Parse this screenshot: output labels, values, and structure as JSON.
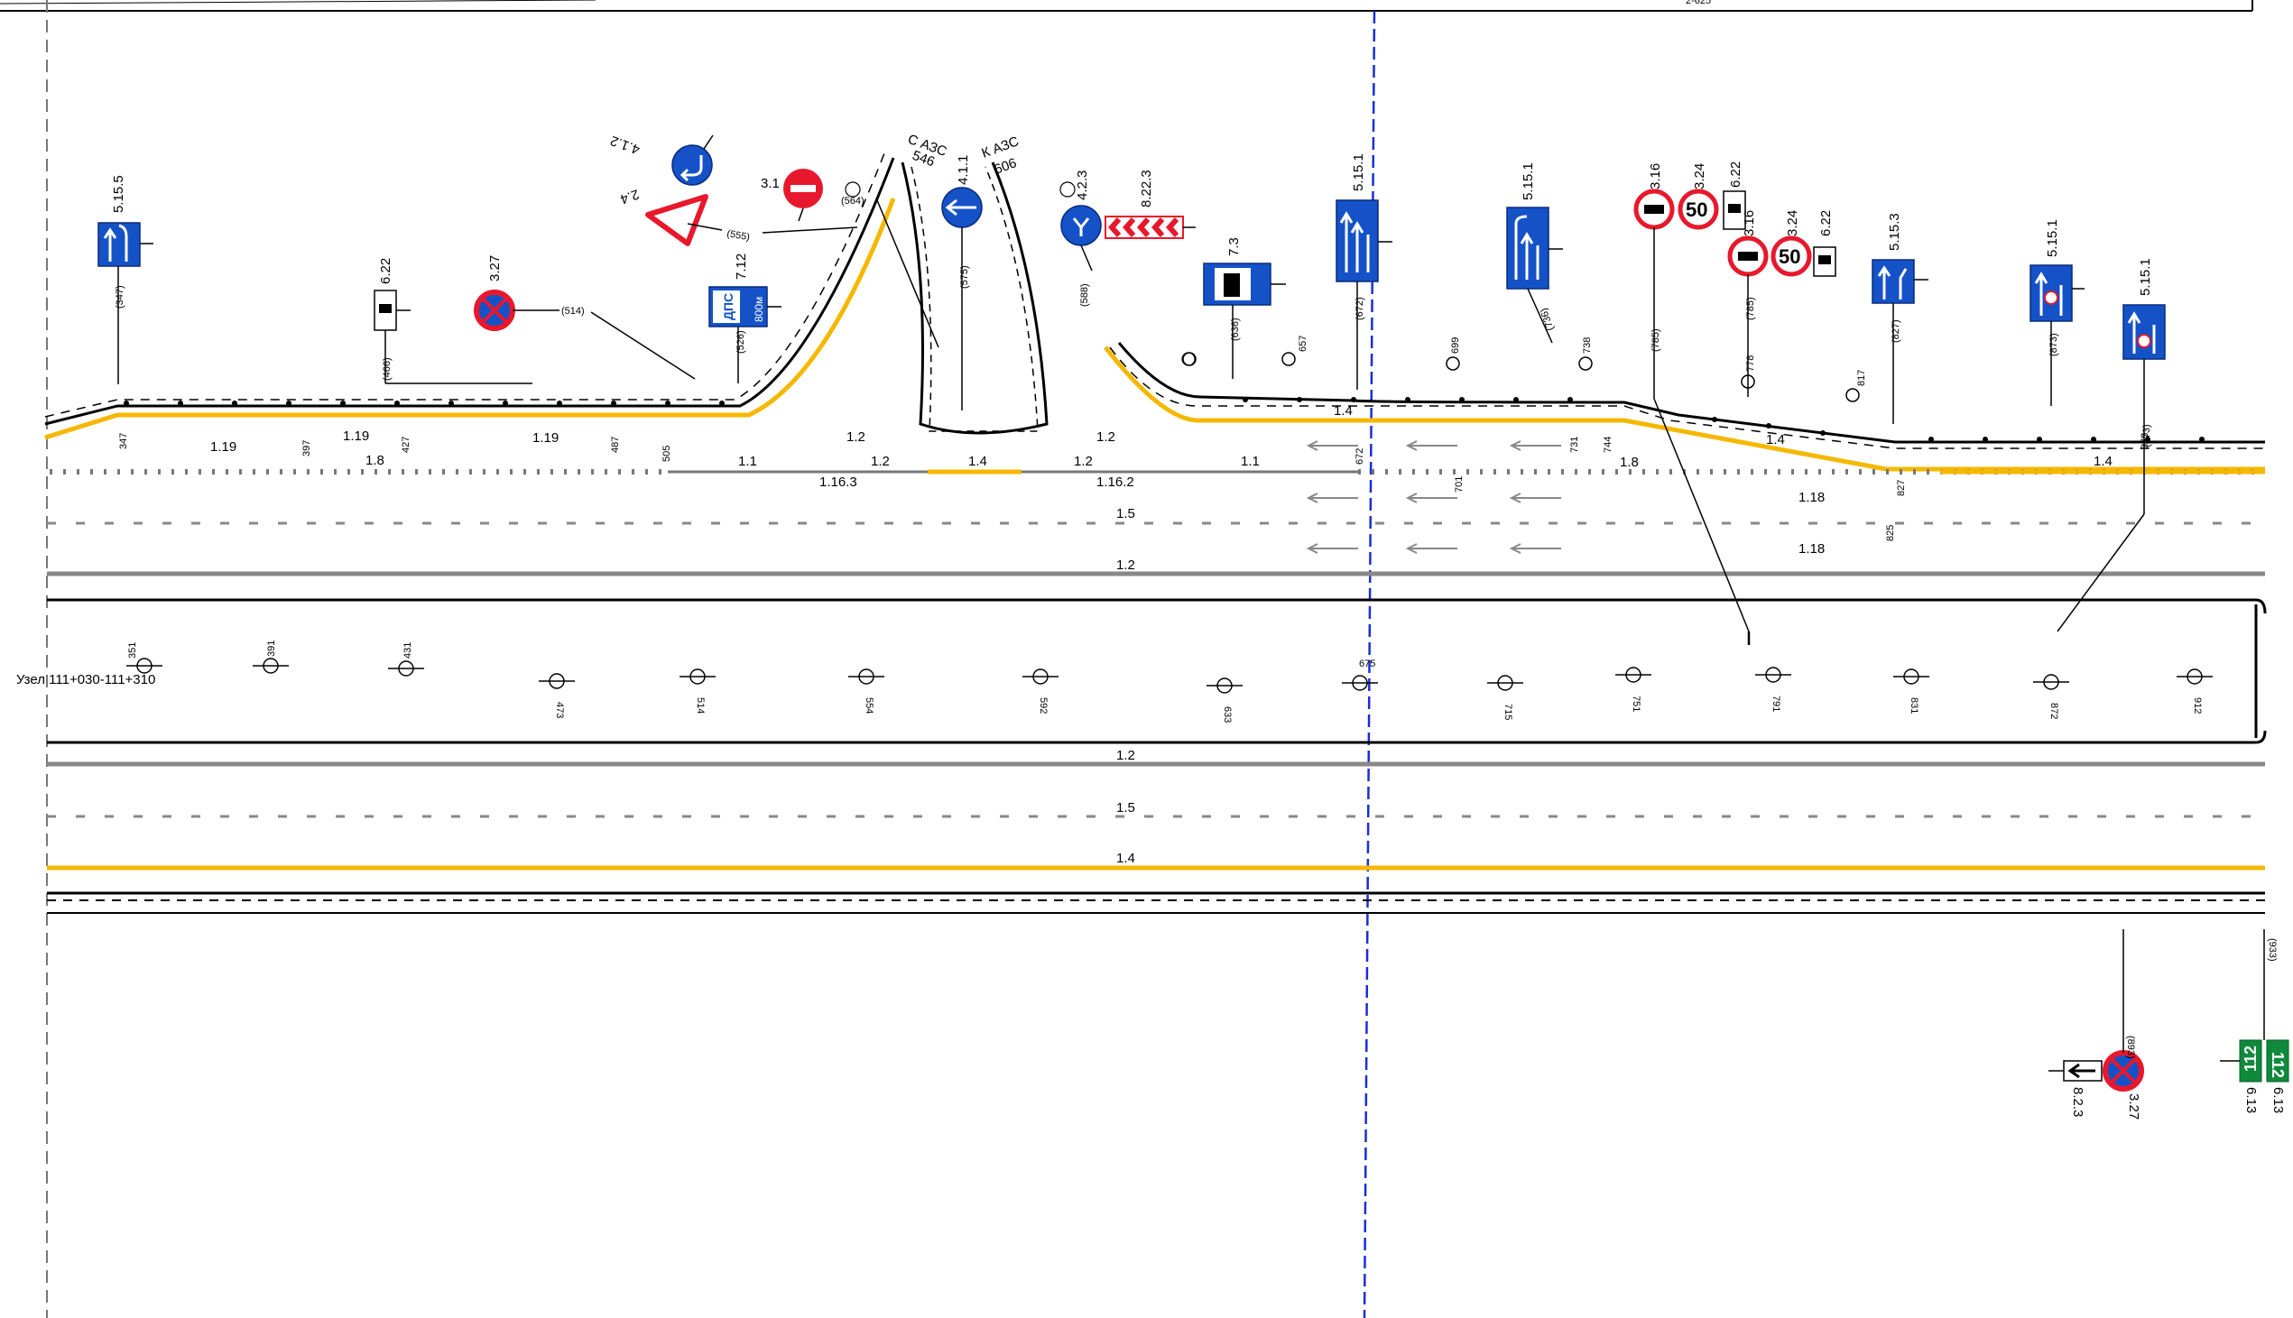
{
  "header": {
    "sheet_code": "2-625"
  },
  "node_label": "Узел 111+030-111+310",
  "colors": {
    "yellow": "#f5b800",
    "blue_line": "#1a2fd6",
    "sign_blue": "#1552c8",
    "sign_red": "#e8182c",
    "sign_green": "#0f8a3c",
    "gray": "#8a8a8a"
  },
  "azs_labels": {
    "from_title": "С АЗС",
    "from_km": "546",
    "to_title": "К АЗС",
    "to_km": "606"
  },
  "signs": [
    {
      "code": "5.15.5",
      "pos": "(347)"
    },
    {
      "code": "6.22",
      "pos": "(466)"
    },
    {
      "code": "3.27",
      "pos": "(514)"
    },
    {
      "code": "7.12",
      "pos": "(526)",
      "text1": "ДПС",
      "text2": "800м"
    },
    {
      "code": "2.4",
      "pos": "(555)"
    },
    {
      "code": "4.1.2",
      "pos": ""
    },
    {
      "code": "3.1",
      "pos": "(564)"
    },
    {
      "code": "4.1.1",
      "pos": "(575)"
    },
    {
      "code": "4.2.3",
      "pos": "(588)"
    },
    {
      "code": "8.22.3",
      "pos": ""
    },
    {
      "code": "7.3",
      "pos": "(636)"
    },
    {
      "code": "5.15.1",
      "pos": "(672)"
    },
    {
      "code": "5.15.1",
      "pos": "(736)"
    },
    {
      "code": "3.16",
      "pos": "(785)"
    },
    {
      "code": "3.24",
      "pos": "",
      "value": "50"
    },
    {
      "code": "6.22",
      "pos": ""
    },
    {
      "code": "3.16",
      "pos": "(785)"
    },
    {
      "code": "3.24",
      "pos": "",
      "value": "50"
    },
    {
      "code": "6.22",
      "pos": ""
    },
    {
      "code": "5.15.3",
      "pos": "(827)"
    },
    {
      "code": "5.15.1",
      "pos": "(873)"
    },
    {
      "code": "5.15.1",
      "pos": "(873)"
    },
    {
      "code": "3.27",
      "pos": "(893)"
    },
    {
      "code": "8.2.3",
      "pos": ""
    },
    {
      "code": "6.13",
      "pos": "(933)",
      "value": "112"
    },
    {
      "code": "6.13",
      "pos": "",
      "value": "112"
    }
  ],
  "markings": {
    "m119": "1.19",
    "m18": "1.8",
    "m11": "1.1",
    "m12": "1.2",
    "m14": "1.4",
    "m15": "1.5",
    "m1163": "1.16.3",
    "m1162": "1.16.2",
    "m118": "1.18"
  },
  "chainages": {
    "c347": "347",
    "c397": "397",
    "c427": "427",
    "c487": "487",
    "c505": "505",
    "c672": "672",
    "c701": "701",
    "c731": "731",
    "c744": "744",
    "c827": "827",
    "c825": "825",
    "c873": "873",
    "c675": "675"
  },
  "lights": {
    "l351": "351",
    "l391": "391",
    "l431": "431",
    "l473": "473",
    "l514": "514",
    "l554": "554",
    "l592": "592",
    "l633": "633",
    "l715": "715",
    "l751": "751",
    "l791": "791",
    "l831": "831",
    "l872": "872",
    "l912": "912",
    "t657": "657",
    "t699": "699",
    "t738": "738",
    "t778": "778",
    "t817": "817"
  }
}
